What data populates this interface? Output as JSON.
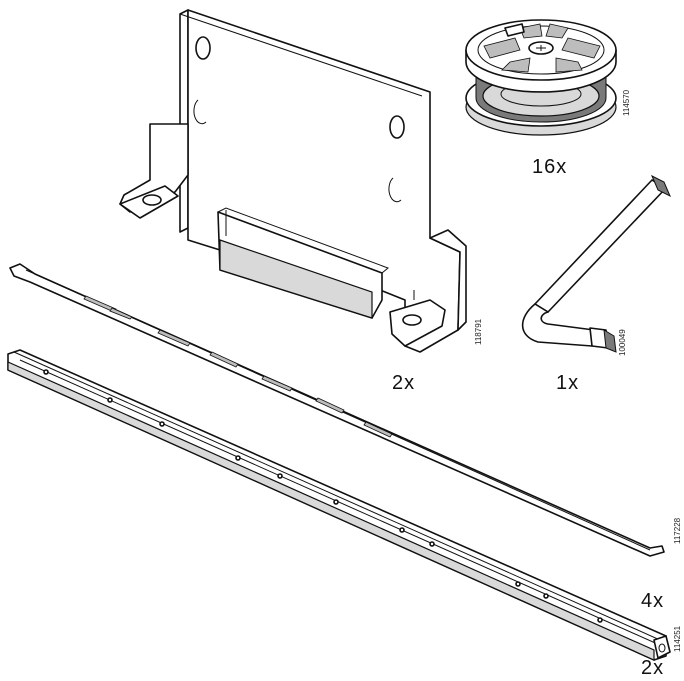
{
  "parts": [
    {
      "id": "bracket",
      "name": "mounting bracket",
      "code": "118791",
      "quantity": "2x"
    },
    {
      "id": "cam-lock",
      "name": "cam lock fitting",
      "code": "114570",
      "quantity": "16x"
    },
    {
      "id": "allen-key",
      "name": "allen key",
      "code": "100049",
      "quantity": "1x"
    },
    {
      "id": "thin-strip",
      "name": "thin metal strip",
      "code": "117228",
      "quantity": "4x"
    },
    {
      "id": "rail",
      "name": "perforated rail",
      "code": "114251",
      "quantity": "2x"
    }
  ]
}
